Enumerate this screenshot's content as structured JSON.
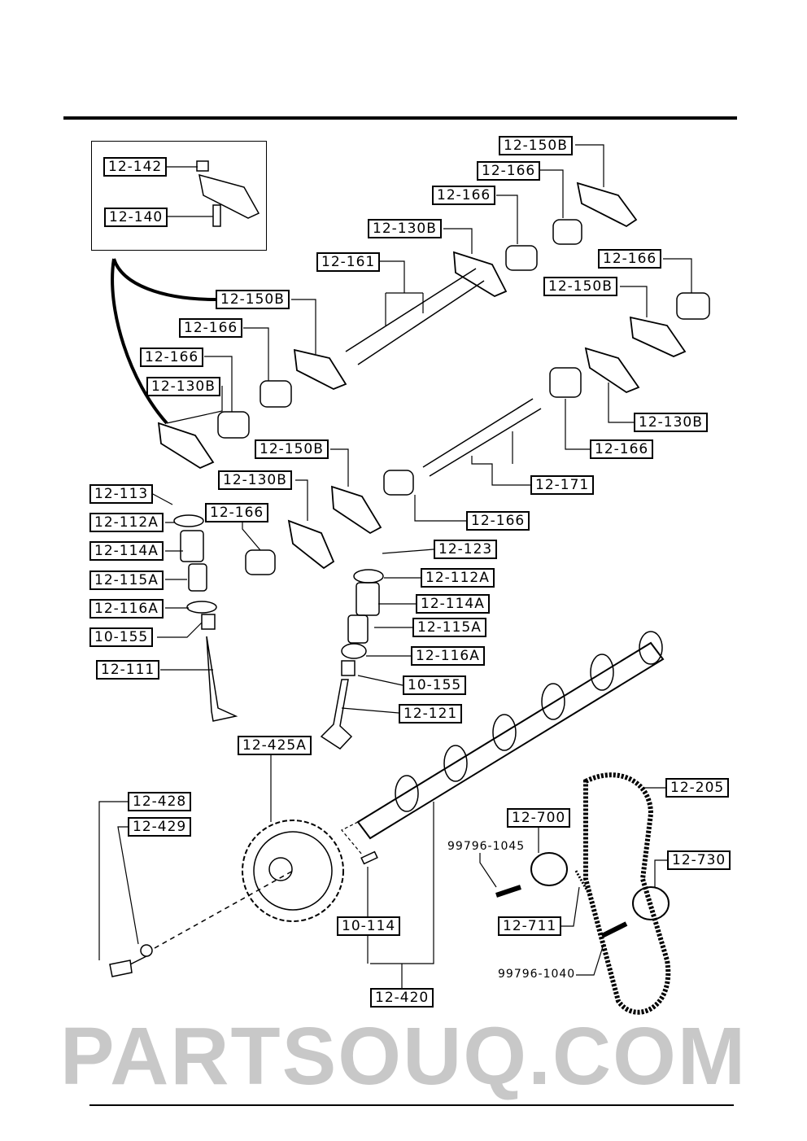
{
  "watermark": "PARTSOUQ.COM",
  "labels": [
    "12-150B",
    "12-166",
    "12-166",
    "12-130B",
    "12-161",
    "12-142",
    "12-140",
    "12-150B",
    "12-166",
    "12-166",
    "12-130B",
    "12-166",
    "12-150B",
    "12-130B",
    "12-166",
    "12-171",
    "12-150B",
    "12-130B",
    "12-166",
    "12-166",
    "12-113",
    "12-112A",
    "12-114A",
    "12-115A",
    "12-116A",
    "10-155",
    "12-111",
    "12-123",
    "12-112A",
    "12-114A",
    "12-115A",
    "12-116A",
    "10-155",
    "12-121",
    "12-425A",
    "12-428",
    "12-429",
    "12-205",
    "12-700",
    "12-730",
    "12-711",
    "10-114",
    "12-420"
  ],
  "plain_labels": [
    "99796-1045",
    "99796-1040"
  ]
}
